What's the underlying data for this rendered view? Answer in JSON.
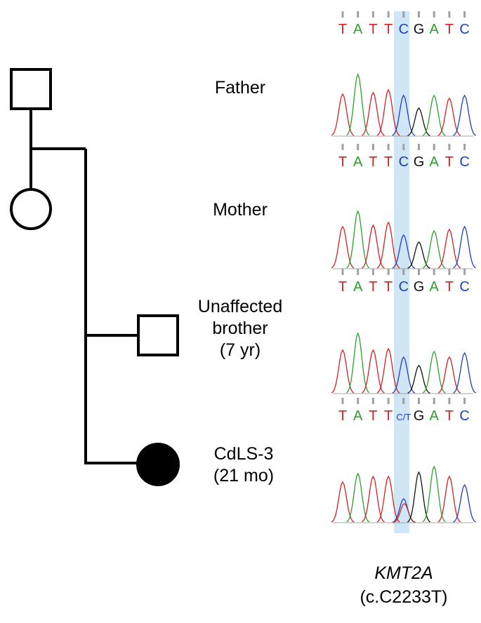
{
  "colors": {
    "A": "#2ca02c",
    "C": "#1f3fbf",
    "G": "#111111",
    "T": "#d62020",
    "highlight": "#cfe6f7",
    "tick": "#a0a0a0"
  },
  "members": [
    {
      "id": "father",
      "lines": [
        "Father"
      ],
      "sex": "male",
      "affected": false,
      "sequence": [
        "T",
        "A",
        "T",
        "T",
        "C",
        "G",
        "A",
        "T",
        "C"
      ]
    },
    {
      "id": "mother",
      "lines": [
        "Mother"
      ],
      "sex": "female",
      "affected": false,
      "sequence": [
        "T",
        "A",
        "T",
        "T",
        "C",
        "G",
        "A",
        "T",
        "C"
      ]
    },
    {
      "id": "brother",
      "lines": [
        "Unaffected",
        "brother",
        "(7 yr)"
      ],
      "sex": "male",
      "affected": false,
      "sequence": [
        "T",
        "A",
        "T",
        "T",
        "C",
        "G",
        "A",
        "T",
        "C"
      ]
    },
    {
      "id": "proband",
      "lines": [
        "CdLS-3",
        "(21 mo)"
      ],
      "sex": "female",
      "affected": true,
      "sequence": [
        "T",
        "A",
        "T",
        "T",
        "C/T",
        "G",
        "A",
        "T",
        "C"
      ]
    }
  ],
  "gene": {
    "name": "KMT2A",
    "variant": "(c.C2233T)"
  }
}
